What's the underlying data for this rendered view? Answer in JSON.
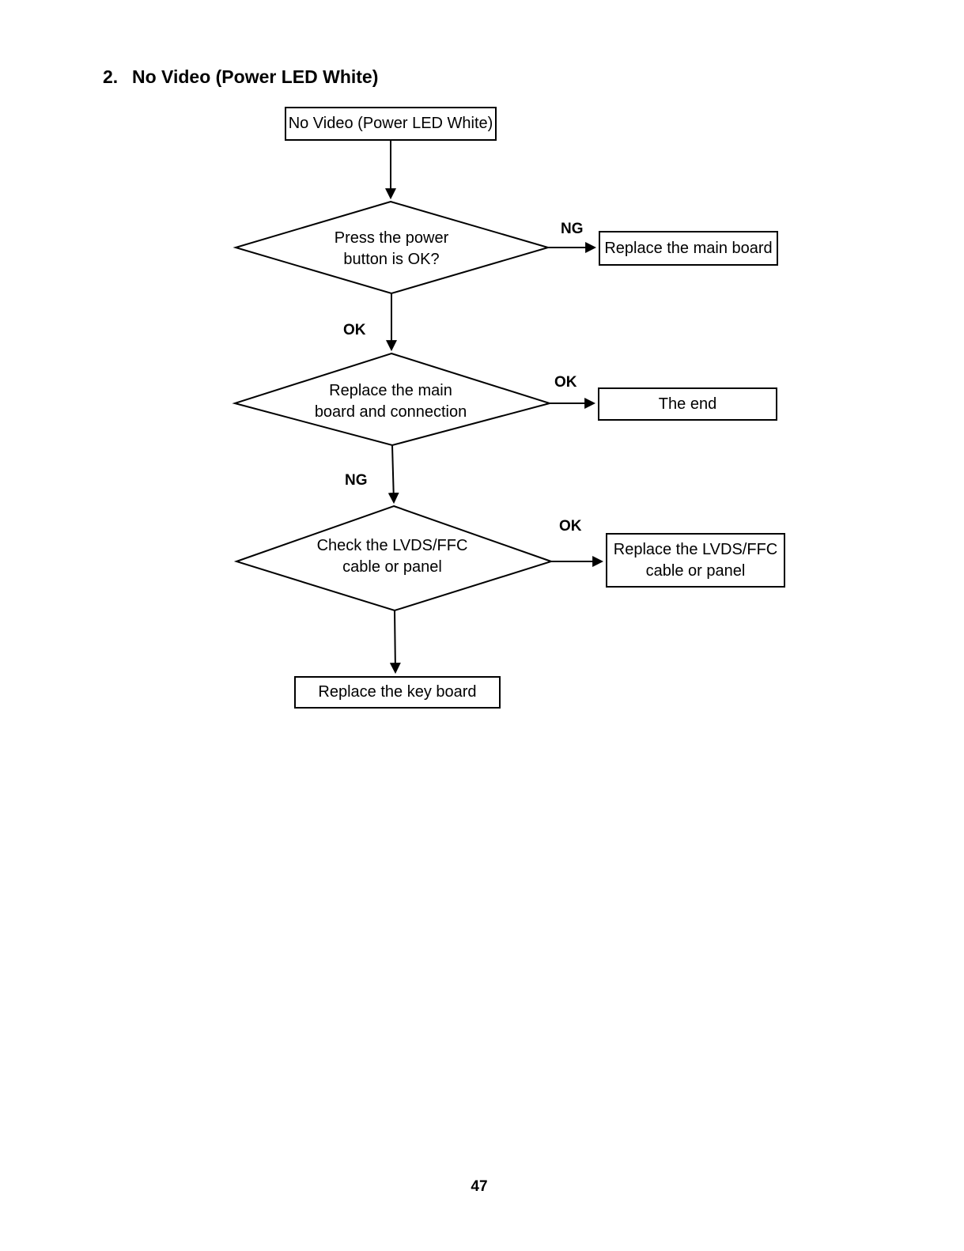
{
  "heading": {
    "number": "2.",
    "title": "No Video (Power LED White)"
  },
  "flowchart": {
    "start": "No Video (Power LED White)",
    "decision1": "Press the power\nbutton is OK?",
    "decision2": "Replace the main\nboard and connection",
    "decision3": "Check the LVDS/FFC\ncable or panel",
    "result_mainboard": "Replace the main board",
    "result_end": "The end",
    "result_lvds": "Replace the LVDS/FFC\ncable or panel",
    "result_keyboard": "Replace the key board",
    "labels": {
      "ng1": "NG",
      "ok1": "OK",
      "ok2": "OK",
      "ng2": "NG",
      "ok3": "OK"
    }
  },
  "footer": {
    "page_number": "47"
  },
  "colors": {
    "ink": "#000000",
    "paper": "#ffffff"
  }
}
